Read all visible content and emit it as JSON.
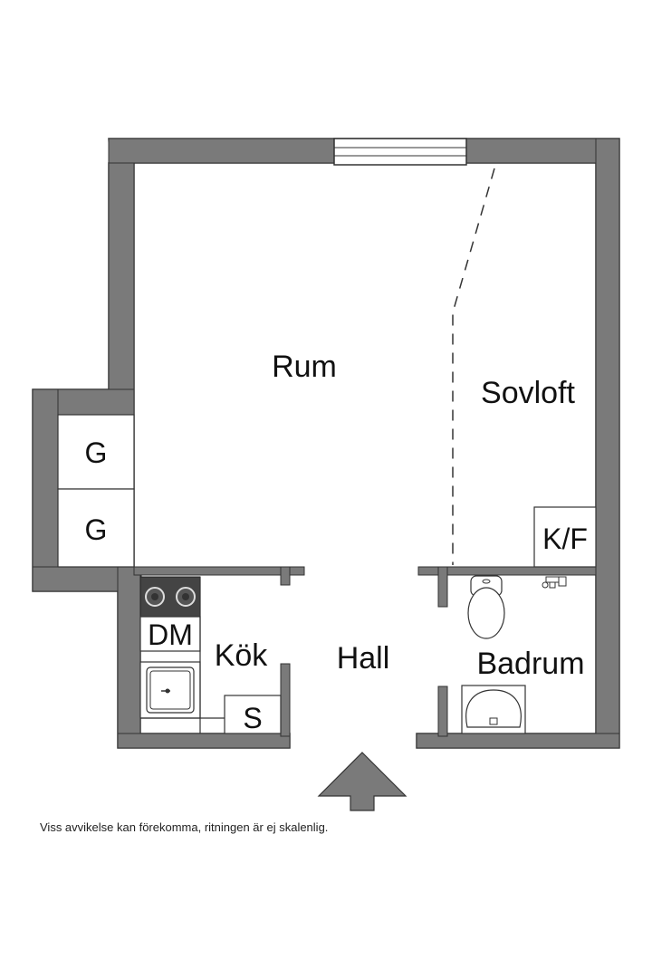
{
  "colors": {
    "wall": "#7a7a7a",
    "wall_outline": "#333333",
    "floor": "#ffffff",
    "fixture_line": "#333333"
  },
  "rooms": {
    "rum": "Rum",
    "sovloft": "Sovloft",
    "kok": "Kök",
    "hall": "Hall",
    "badrum": "Badrum"
  },
  "fixtures": {
    "wardrobe_1": "G",
    "wardrobe_2": "G",
    "fridge_freezer": "K/F",
    "dishwasher": "DM",
    "storage": "S"
  },
  "icons": {
    "entrance": "entrance-arrow-icon",
    "stove": "stove-icon",
    "kitchen_sink": "sink-icon",
    "toilet": "toilet-icon",
    "washbasin": "washbasin-icon",
    "window": "window-icon",
    "tap": "tap-icon"
  },
  "disclaimer": "Viss avvikelse kan förekomma, ritningen är ej skalenlig."
}
